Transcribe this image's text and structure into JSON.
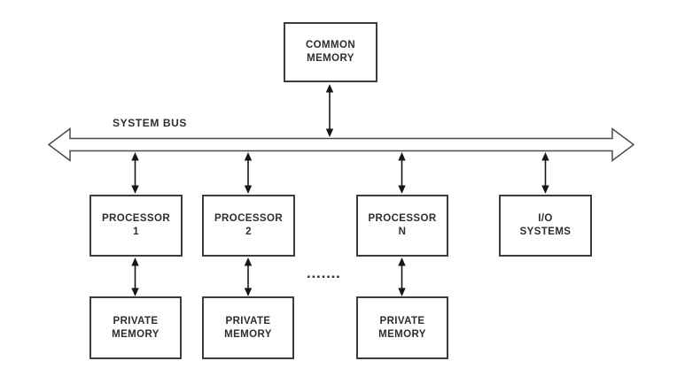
{
  "diagram": {
    "bus": {
      "label": "SYSTEM BUS"
    },
    "nodes": {
      "common_memory": {
        "line1": "COMMON",
        "line2": "MEMORY"
      },
      "processor_1": {
        "line1": "PROCESSOR",
        "line2": "1"
      },
      "processor_2": {
        "line1": "PROCESSOR",
        "line2": "2"
      },
      "processor_n": {
        "line1": "PROCESSOR",
        "line2": "N"
      },
      "io_systems": {
        "line1": "I/O",
        "line2": "SYSTEMS"
      },
      "private_memory_1": {
        "line1": "PRIVATE",
        "line2": "MEMORY"
      },
      "private_memory_2": {
        "line1": "PRIVATE",
        "line2": "MEMORY"
      },
      "private_memory_n": {
        "line1": "PRIVATE",
        "line2": "MEMORY"
      }
    },
    "ellipsis": ".......",
    "colors": {
      "background": "#ffffff",
      "line": "#161616",
      "bus_outline": "#4c4c4c",
      "box_border": "#3d3d3d",
      "text": "#2e2e2e"
    }
  }
}
